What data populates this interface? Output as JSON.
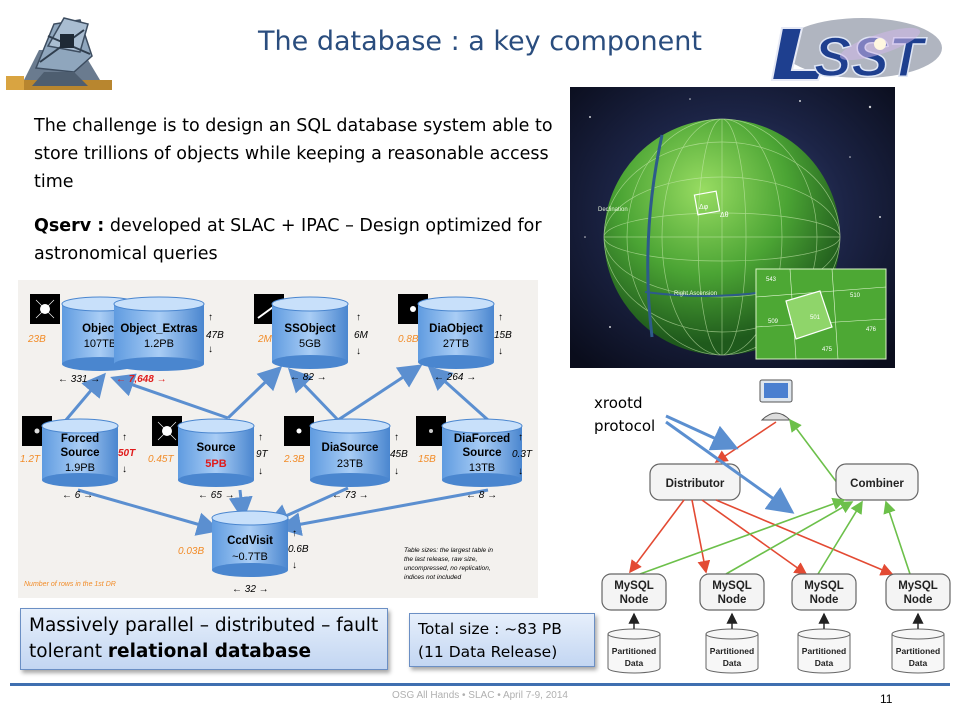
{
  "slide": {
    "title": "The database : a key component",
    "paragraph1": "The challenge is to design an SQL database system able to store trillions of objects while keeping a reasonable access time",
    "paragraph2_bold": "Qserv :",
    "paragraph2_rest": " developed at SLAC + IPAC – Design optimized for astronomical queries",
    "callout_main_plain": "Massively parallel – distributed – fault tolerant ",
    "callout_main_bold": "relational database",
    "callout_size_line1": "Total size : ~83 PB",
    "callout_size_line2": "(11 Data Release)",
    "footer": "OSG All Hands • SLAC • April 7-9, 2014",
    "page_number": "11"
  },
  "schema": {
    "tables": {
      "object": {
        "name": "Object",
        "size": "107TB",
        "rows": "23B",
        "growth": "47B"
      },
      "object_extras": {
        "name": "Object_Extras",
        "size": "1.2PB"
      },
      "ssobject": {
        "name": "SSObject",
        "size": "5GB",
        "rows": "2M",
        "growth": "6M"
      },
      "diaobject": {
        "name": "DiaObject",
        "size": "27TB",
        "rows": "0.8B",
        "growth": "15B"
      },
      "forced_source": {
        "name1": "Forced",
        "name2": "Source",
        "size": "1.9PB",
        "rows": "1.2T",
        "growth": "50T"
      },
      "source": {
        "name": "Source",
        "size": "5PB",
        "rows": "0.45T",
        "growth": "9T"
      },
      "diasource": {
        "name": "DiaSource",
        "size": "23TB",
        "rows": "2.3B",
        "growth": "45B"
      },
      "diaforced_source": {
        "name1": "DiaForced",
        "name2": "Source",
        "size": "13TB",
        "rows": "15B",
        "growth": "0.3T"
      },
      "ccdvisit": {
        "name": "CcdVisit",
        "size": "~0.7TB",
        "rows": "0.03B",
        "growth": "0.6B"
      }
    },
    "links": {
      "object_331": "← 331 →",
      "object_7648": "← 7,648 →",
      "ss_82": "← 82 →",
      "dia_264": "← 264 →",
      "fs_6": "← 6 →",
      "src_65": "← 65 →",
      "ds_73": "← 73 →",
      "dfs_8": "← 8 →",
      "ccd_32": "← 32 →"
    },
    "note_rows": "Number of rows in the 1st DR",
    "note_sizes": [
      "Table sizes: the largest table in",
      "the last release, raw size,",
      "uncompressed, no replication,",
      "indices not included"
    ],
    "accent_color": "#f28c28",
    "red_color": "#e01b1b",
    "arrow_color": "#5b8fd0"
  },
  "sphere": {
    "label_declination": "Declination",
    "label_ra": "Right Ascension",
    "label_dphi": "Δφ",
    "label_dtheta": "Δθ",
    "inset_labels": [
      "543",
      "510",
      "509",
      "501",
      "476",
      "475"
    ]
  },
  "qserv": {
    "xrootd_line1": "xrootd",
    "xrootd_line2": "protocol",
    "distributor": "Distributor",
    "combiner": "Combiner",
    "node_line1": "MySQL",
    "node_line2": "Node",
    "data_line1": "Partitioned",
    "data_line2": "Data",
    "request_color": "#e34a33",
    "result_color": "#6cc04a"
  }
}
